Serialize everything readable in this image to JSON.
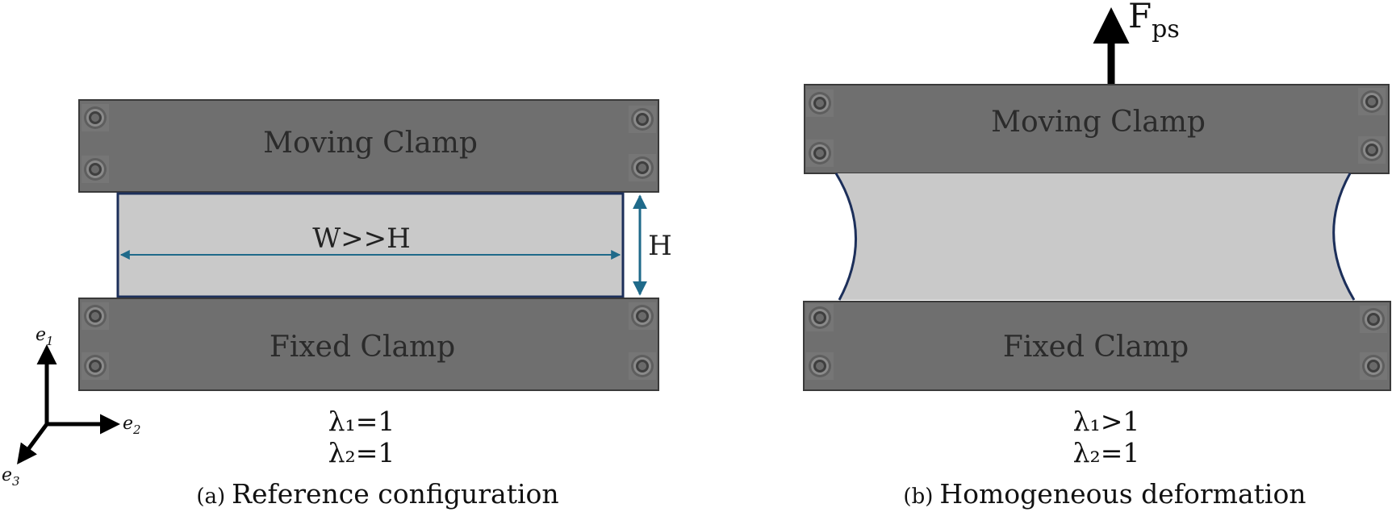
{
  "panel_a": {
    "top_clamp_label": "Moving Clamp",
    "bottom_clamp_label": "Fixed Clamp",
    "width_label": "W>>H",
    "height_label": "H",
    "stretch_1": "λ₁=1",
    "stretch_2": "λ₂=1",
    "caption_prefix": "(a)",
    "caption_text": "Reference configuration"
  },
  "panel_b": {
    "top_clamp_label": "Moving Clamp",
    "bottom_clamp_label": "Fixed Clamp",
    "force_symbol": "F",
    "force_subscript": "ps",
    "stretch_1": "λ₁>1",
    "stretch_2": "λ₂=1",
    "caption_prefix": "(b)",
    "caption_text": "Homogeneous deformation"
  },
  "axes": {
    "e1_symbol": "e",
    "e1_sub": "1",
    "e2_symbol": "e",
    "e2_sub": "2",
    "e3_symbol": "e",
    "e3_sub": "3"
  },
  "colors": {
    "clamp": "#6f6f6f",
    "clamp_border": "#3a3a3a",
    "specimen": "#c9c9c9",
    "specimen_border": "#1c2f5a",
    "dimension_arrow": "#1f6a8a",
    "bolt": "#585858"
  }
}
